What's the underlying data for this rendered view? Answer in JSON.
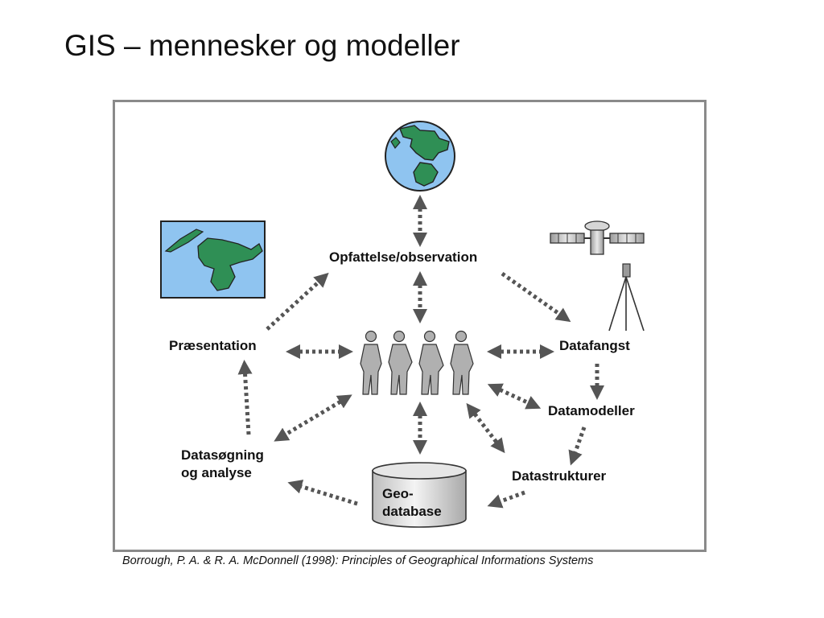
{
  "title": "GIS – mennesker og modeller",
  "labels": {
    "observation": "Opfattelse/observation",
    "presentation": "Præsentation",
    "datafangst": "Datafangst",
    "datamodeller": "Datamodeller",
    "datastrukturer": "Datastrukturer",
    "datasoegning_line1": "Datasøgning",
    "datasoegning_line2": "og analyse",
    "geodatabase_line1": "Geo-",
    "geodatabase_line2": "database"
  },
  "icons": [
    "globe-icon",
    "map-icon",
    "satellite-icon",
    "tripod-icon",
    "people-icon",
    "database-icon"
  ],
  "colors": {
    "arrow": "#555555",
    "land": "#2f8f55",
    "water": "#8fc4f0",
    "frame": "#8a8a8a",
    "people": "#b0b0b0"
  },
  "caption": "Borrough, P. A. & R. A. McDonnell (1998): Principles of Geographical Informations Systems"
}
